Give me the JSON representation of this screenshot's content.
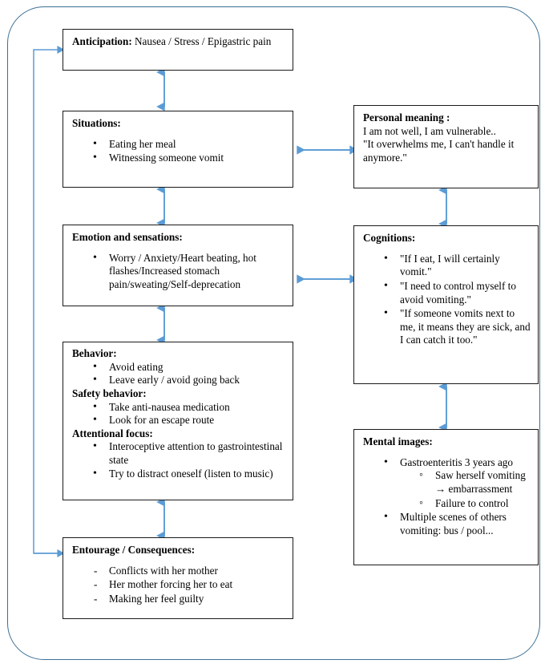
{
  "diagram": {
    "title": "Cognitive-behavioral case formulation diagram (emetophobia)",
    "frame_color": "#3a6f94",
    "arrow_color": "#5b9bd5",
    "box_border_color": "#1a1a1a"
  },
  "nodes": {
    "anticipation": {
      "header": "Anticipation:",
      "inline_text": " Nausea / Stress / Epigastric pain"
    },
    "situations": {
      "header": "Situations:",
      "bullets": [
        "Eating her meal",
        "Witnessing someone vomit"
      ]
    },
    "emotion": {
      "header": "Emotion and sensations:",
      "bullets": [
        "Worry / Anxiety/Heart beating, hot flashes/Increased stomach pain/sweating/Self-deprecation"
      ]
    },
    "behavior": {
      "header": "Behavior:",
      "bullets": [
        "Avoid eating",
        "Leave early / avoid going back"
      ],
      "subheader_safety": "Safety behavior:",
      "safety_bullets": [
        "Take anti-nausea medication",
        "Look for an escape route"
      ],
      "subheader_attention": "Attentional focus:",
      "attention_bullets": [
        "Interoceptive attention to gastrointestinal state",
        "Try to distract oneself (listen to music)"
      ]
    },
    "entourage": {
      "header": "Entourage / Consequences:",
      "dashes": [
        "Conflicts with her mother",
        "Her mother forcing her to eat",
        "Making her feel guilty"
      ]
    },
    "personal_meaning": {
      "header": "Personal meaning :",
      "lines": [
        "I am not well, I am vulnerable..",
        "\"It overwhelms me, I can't handle it anymore.\""
      ]
    },
    "cognitions": {
      "header": "Cognitions:",
      "bullets": [
        "\"If I eat, I will certainly vomit.\"",
        "\"I need to control myself to avoid vomiting.\"",
        "\"If someone vomits next to me, it means they are sick, and I can catch it too.\""
      ]
    },
    "mental_images": {
      "header": "Mental images:",
      "bullets": [
        "Gastroenteritis 3 years ago",
        "Multiple scenes of others vomiting: bus / pool..."
      ],
      "sub_bullets": [
        "Saw herself vomiting → embarrassment",
        "Failure to control"
      ]
    }
  },
  "connections": [
    {
      "name": "anticipation-situations",
      "type": "vertical-double"
    },
    {
      "name": "situations-emotion",
      "type": "vertical-double"
    },
    {
      "name": "emotion-behavior",
      "type": "vertical-double"
    },
    {
      "name": "behavior-entourage",
      "type": "vertical-double"
    },
    {
      "name": "situations-personal-meaning",
      "type": "horizontal-double"
    },
    {
      "name": "emotion-cognitions",
      "type": "horizontal-double"
    },
    {
      "name": "personal-meaning-cognitions",
      "type": "vertical-double"
    },
    {
      "name": "cognitions-mental-images",
      "type": "vertical-double"
    },
    {
      "name": "entourage-anticipation-feedback",
      "type": "feedback-loop-left"
    }
  ]
}
